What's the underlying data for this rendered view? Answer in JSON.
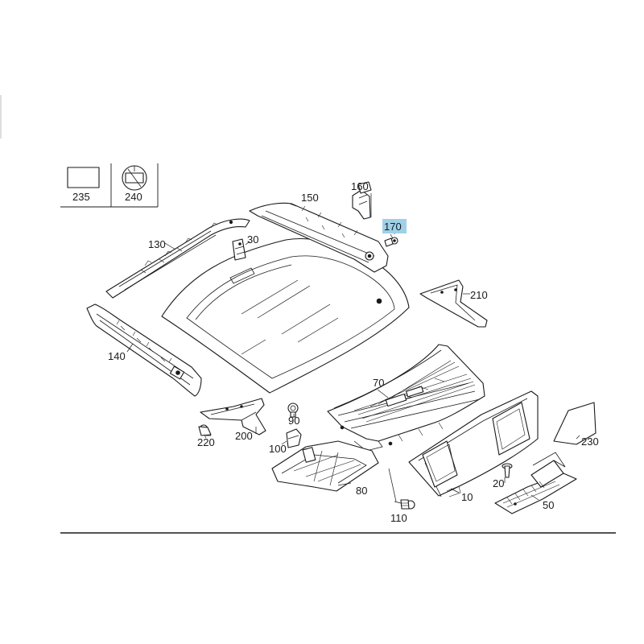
{
  "legend": {
    "items": [
      {
        "number": "235",
        "icon": "rectangle-pad-icon"
      },
      {
        "number": "240",
        "icon": "clip-icon"
      }
    ]
  },
  "callouts": {
    "c10": "10",
    "c20": "20",
    "c30": "30",
    "c50": "50",
    "c70": "70",
    "c80": "80",
    "c90": "90",
    "c100": "100",
    "c110": "110",
    "c130": "130",
    "c140": "140",
    "c150": "150",
    "c160": "160",
    "c170": "170",
    "c200": "200",
    "c210": "210",
    "c220": "220",
    "c230": "230"
  },
  "highlight": {
    "part": "170",
    "color": "#9fd0e8"
  }
}
